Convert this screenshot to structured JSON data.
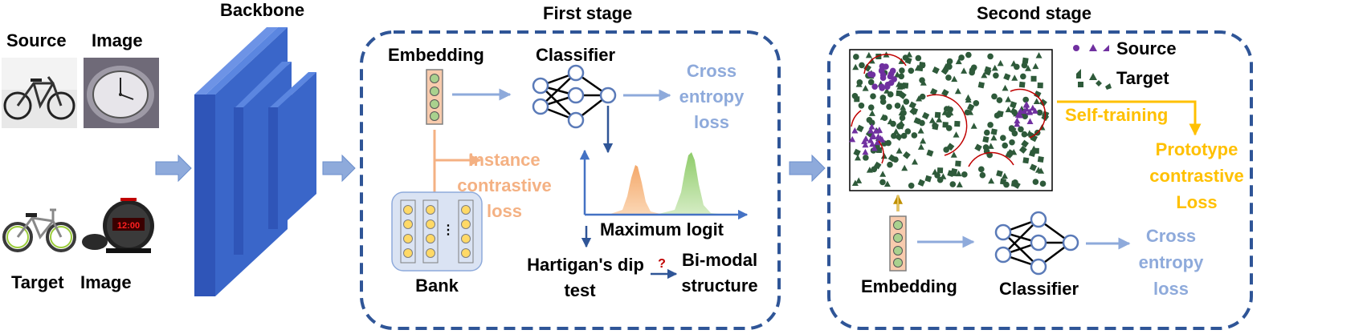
{
  "labels": {
    "source": "Source",
    "image_top": "Image",
    "target": "Target",
    "image_bottom": "Image",
    "backbone": "Backbone",
    "first_stage": "First stage",
    "second_stage": "Second stage",
    "embedding1": "Embedding",
    "classifier1": "Classifier",
    "ce1_line1": "Cross",
    "ce1_line2": "entropy",
    "ce1_line3": "loss",
    "inst_line1": "Instance",
    "inst_line2": "contrastive",
    "inst_line3": "loss",
    "bank": "Bank",
    "bank_dots": "⋮",
    "max_logit": "Maximum logit",
    "hartigan_line1": "Hartigan's dip",
    "hartigan_line2": "test",
    "question": "?",
    "bimodal_line1": "Bi-modal",
    "bimodal_line2": "structure",
    "legend_source": "Source",
    "legend_target": "Target",
    "self_training": "Self-training",
    "proto_line1": "Prototype",
    "proto_line2": "contrastive",
    "proto_line3": "Loss",
    "embedding2": "Embedding",
    "classifier2": "Classifier",
    "ce2_line1": "Cross",
    "ce2_line2": "entropy",
    "ce2_line3": "loss"
  },
  "colors": {
    "backbone_blue": "#3a66c9",
    "dashed_border": "#2f5597",
    "light_blue": "#8eaadb",
    "orange": "#f4b183",
    "yellow": "#ffc000",
    "green_dots": "#a9d18e",
    "bank_bg": "#dae3f3",
    "bank_cell": "#ffd966",
    "dark_green": "#2e5a3a",
    "purple": "#7030a0",
    "red_circle": "#c00000"
  },
  "icons": {
    "source_images": [
      "bicycle-photo",
      "clock-photo"
    ],
    "target_images": [
      "bmx-bike-photo",
      "alarm-clock-photo"
    ]
  }
}
